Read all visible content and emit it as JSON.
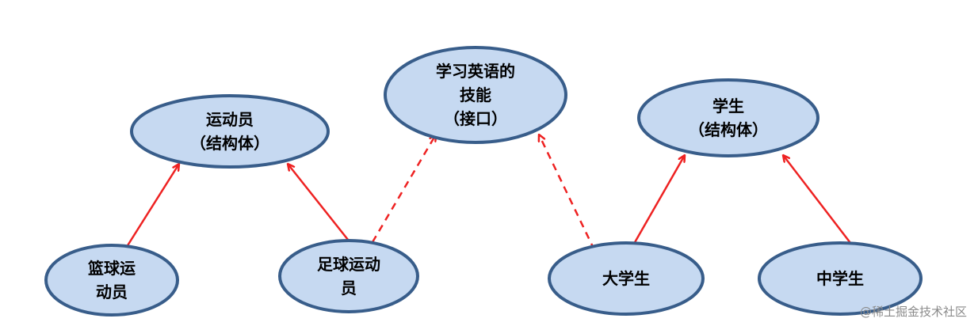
{
  "colors": {
    "node_fill": "#c6d9f1",
    "node_stroke": "#385d8a",
    "arrow": "#ee2222",
    "text": "#000000",
    "watermark": "#8a8a8a"
  },
  "nodes": {
    "athlete": {
      "lines": [
        "运动员",
        "（结构体）"
      ]
    },
    "english_skill": {
      "lines": [
        "学习英语的",
        "技能",
        "（接口）"
      ]
    },
    "student": {
      "lines": [
        "学生",
        "（结构体）"
      ]
    },
    "basketball_player": {
      "lines": [
        "篮球运",
        "动员"
      ]
    },
    "football_player": {
      "lines": [
        "足球运动",
        "员"
      ]
    },
    "college_student": {
      "lines": [
        "大学生"
      ]
    },
    "middle_school_student": {
      "lines": [
        "中学生"
      ]
    }
  },
  "edges": [
    {
      "from": "basketball_player",
      "to": "athlete",
      "style": "solid"
    },
    {
      "from": "football_player",
      "to": "athlete",
      "style": "solid"
    },
    {
      "from": "football_player",
      "to": "english_skill",
      "style": "dashed"
    },
    {
      "from": "college_student",
      "to": "english_skill",
      "style": "dashed"
    },
    {
      "from": "college_student",
      "to": "student",
      "style": "solid"
    },
    {
      "from": "middle_school_student",
      "to": "student",
      "style": "solid"
    }
  ],
  "watermark": "@稀土掘金技术社区"
}
